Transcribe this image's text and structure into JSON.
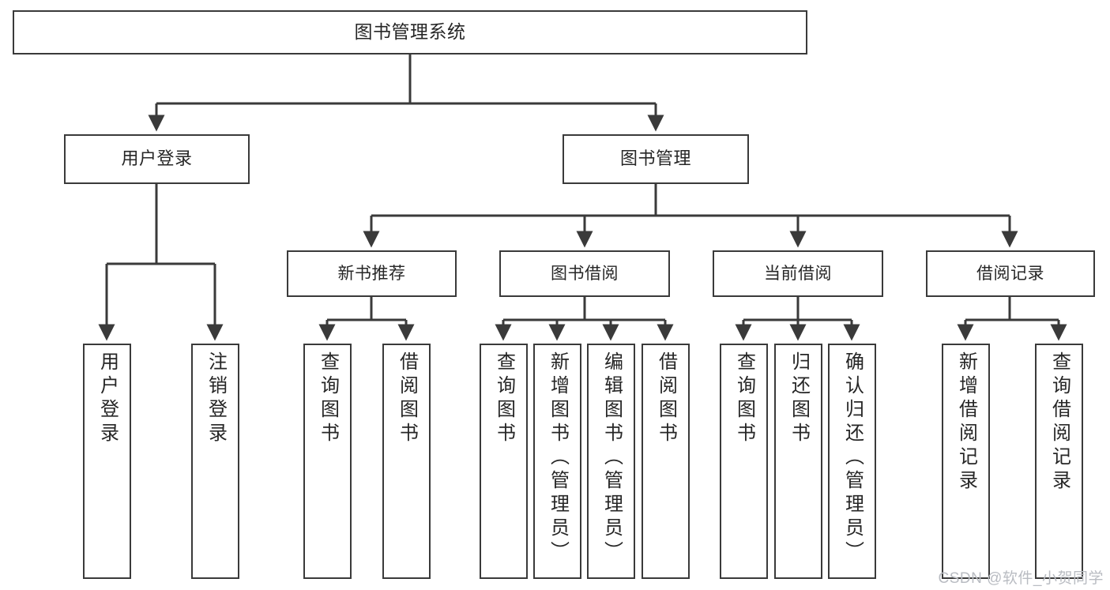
{
  "diagram": {
    "title": "图书管理系统",
    "type": "functional-structure-tree",
    "watermark": "CSDN @软件_小贺同学",
    "colors": {
      "box_border": "#3a3a3a",
      "box_fill": "#ffffff",
      "connector": "#3a3a3a",
      "text": "#262626",
      "watermark": "#b9bcc2",
      "background": "#ffffff"
    },
    "levels": [
      {
        "level": 1,
        "nodes": [
          {
            "id": "root",
            "label": "图书管理系统"
          }
        ]
      },
      {
        "level": 2,
        "nodes": [
          {
            "id": "user-login",
            "label": "用户登录"
          },
          {
            "id": "book-manage",
            "label": "图书管理"
          }
        ]
      },
      {
        "level": 3,
        "nodes": [
          {
            "id": "new-book-recommend",
            "label": "新书推荐"
          },
          {
            "id": "book-borrow",
            "label": "图书借阅"
          },
          {
            "id": "current-borrow",
            "label": "当前借阅"
          },
          {
            "id": "borrow-record",
            "label": "借阅记录"
          }
        ]
      },
      {
        "level": 4,
        "nodes": [
          {
            "id": "leaf-user-login",
            "label": "用户登录",
            "parent": "user-login"
          },
          {
            "id": "leaf-logout",
            "label": "注销登录",
            "parent": "user-login"
          },
          {
            "id": "leaf-query-book-1",
            "label": "查询图书",
            "parent": "new-book-recommend"
          },
          {
            "id": "leaf-borrow-book-1",
            "label": "借阅图书",
            "parent": "new-book-recommend"
          },
          {
            "id": "leaf-query-book-2",
            "label": "查询图书",
            "parent": "book-borrow"
          },
          {
            "id": "leaf-add-book",
            "label": "新增图书（管理员）",
            "parent": "book-borrow"
          },
          {
            "id": "leaf-edit-book",
            "label": "编辑图书（管理员）",
            "parent": "book-borrow"
          },
          {
            "id": "leaf-borrow-book-2",
            "label": "借阅图书",
            "parent": "book-borrow"
          },
          {
            "id": "leaf-query-book-3",
            "label": "查询图书",
            "parent": "current-borrow"
          },
          {
            "id": "leaf-return-book",
            "label": "归还图书",
            "parent": "current-borrow"
          },
          {
            "id": "leaf-confirm-return",
            "label": "确认归还（管理员）",
            "parent": "current-borrow"
          },
          {
            "id": "leaf-add-record",
            "label": "新增借阅记录",
            "parent": "borrow-record"
          },
          {
            "id": "leaf-query-record",
            "label": "查询借阅记录",
            "parent": "borrow-record"
          }
        ]
      }
    ]
  }
}
